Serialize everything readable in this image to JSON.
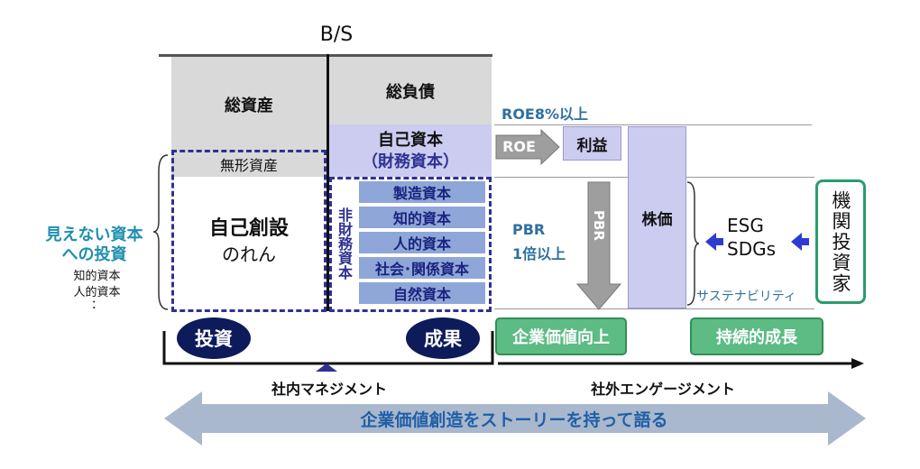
{
  "bs_title": "B/S",
  "assets": {
    "total": "総資産",
    "intangible": "無形資産",
    "goodwill_line1": "自己創設",
    "goodwill_line2": "のれん"
  },
  "liabilities": {
    "total": "総負債",
    "equity_line1": "自己資本",
    "equity_line2": "（財務資本）",
    "nonfinancial_label": "非財務資本",
    "nonfinancial_items": [
      "製造資本",
      "知的資本",
      "人的資本",
      "社会･関係資本",
      "自然資本"
    ]
  },
  "left": {
    "invisible_capital_line1": "見えない資本",
    "invisible_capital_line2": "への投資",
    "sub_items": [
      "知的資本",
      "人的資本",
      "："
    ]
  },
  "market": {
    "roe_target": "ROE8%以上",
    "roe_arrow": "ROE",
    "profit": "利益",
    "pbr_line1": "PBR",
    "pbr_line2": "1倍以上",
    "pbr_arrow": "PBR",
    "stock_price": "株価",
    "esg": "ESG",
    "sdgs": "SDGs",
    "sustainability": "サステナビリティ",
    "investor": "機関投資家"
  },
  "bottom": {
    "invest": "投資",
    "result": "成果",
    "corporate_value_up": "企業価値向上",
    "sustainable_growth": "持続的成長",
    "internal_management": "社内マネジメント",
    "external_engagement": "社外エンゲージメント",
    "story_banner": "企業価値創造をストーリーを持って語る"
  },
  "colors": {
    "navy": "#2e3192",
    "gray_box": "#d9d9d9",
    "lavender": "#ccccf0",
    "nonfinancial_blue": "#8fa6d8",
    "green": "#5dbb84",
    "investor_border": "#2a9d6e",
    "banner": "#a9b8cc"
  }
}
